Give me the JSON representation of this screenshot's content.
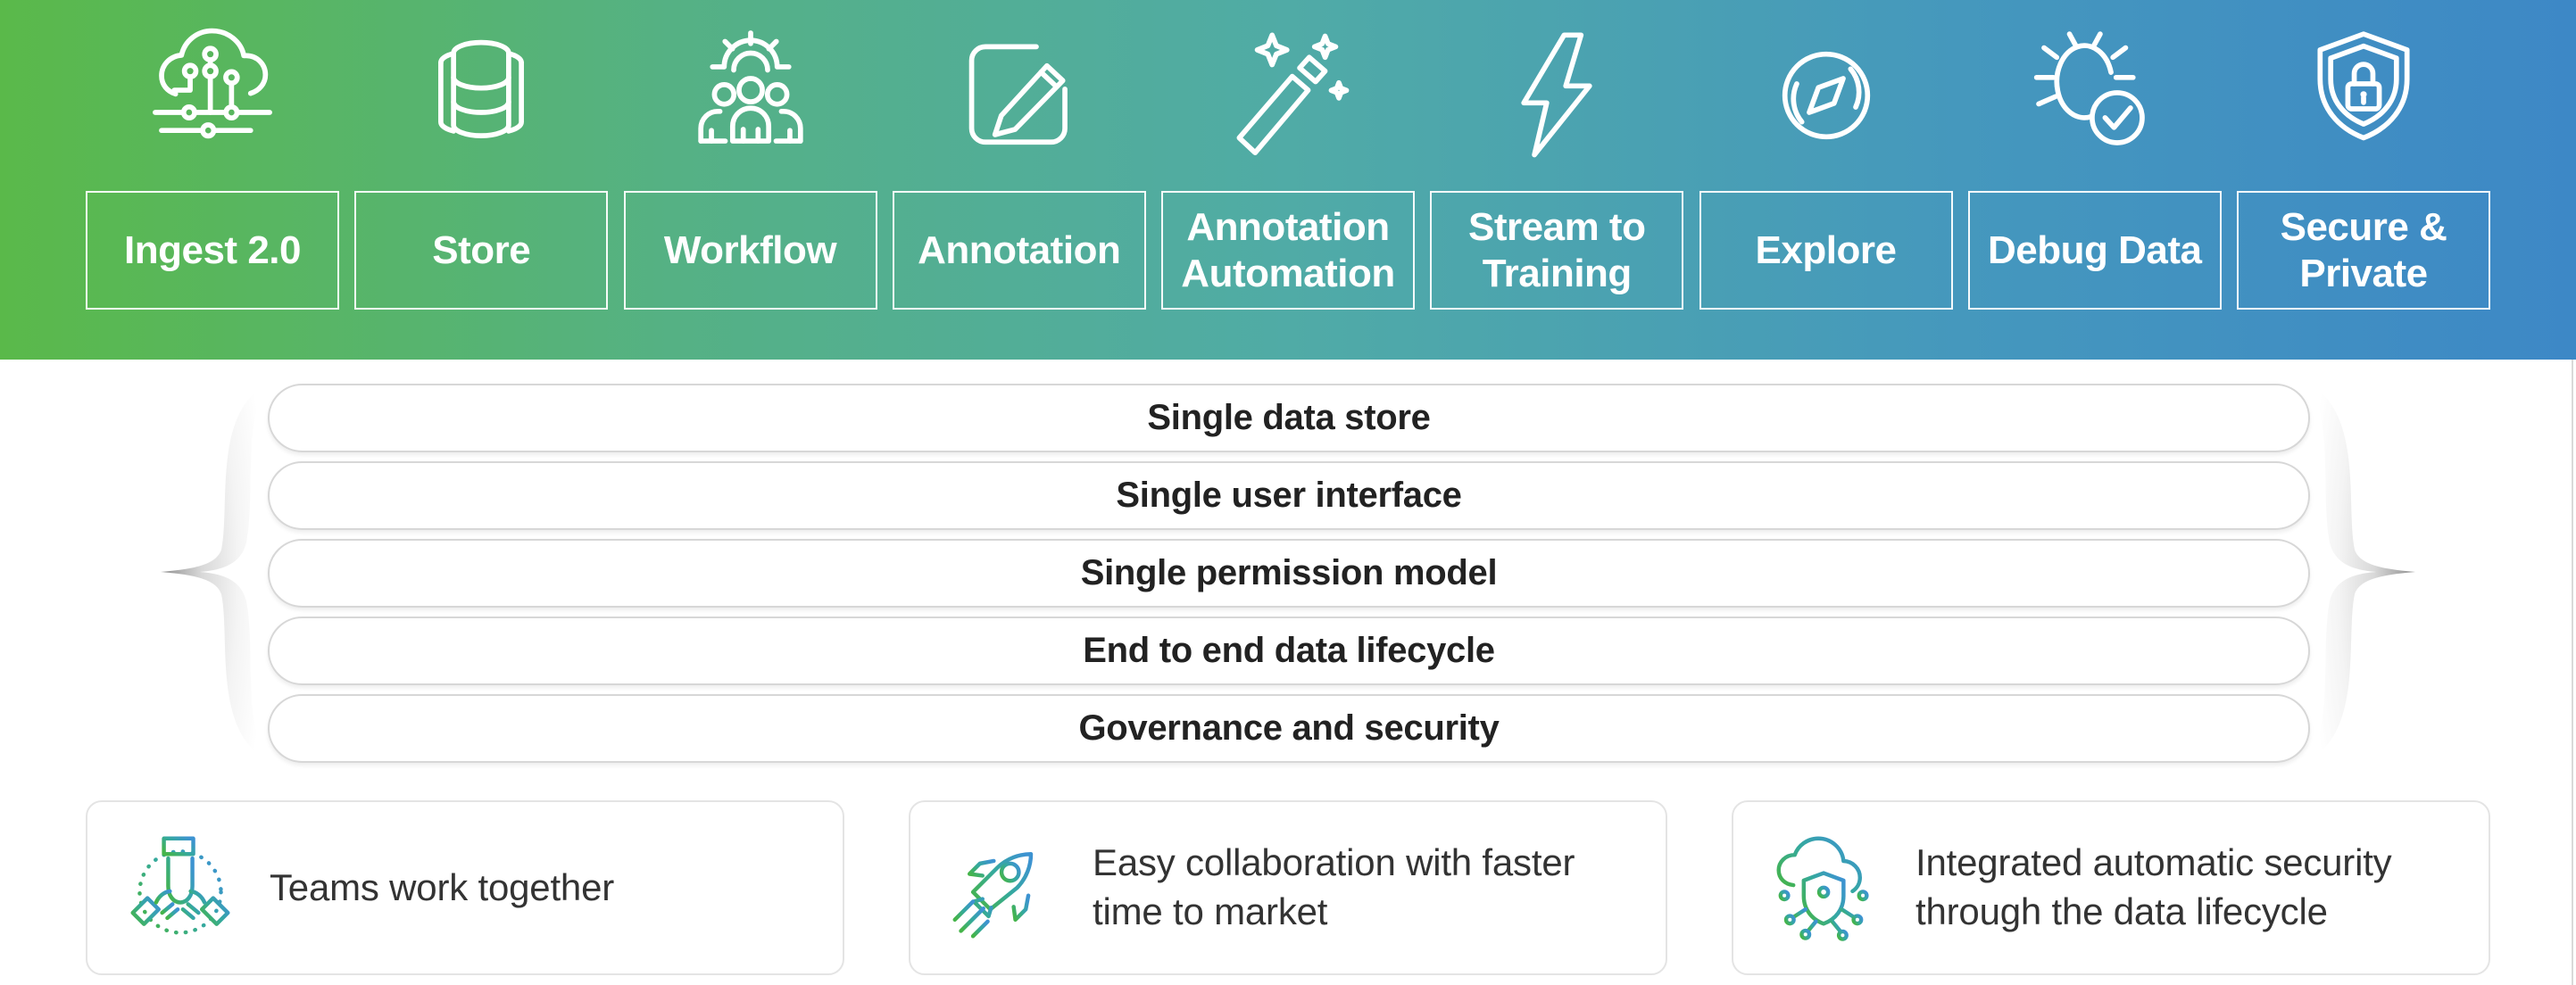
{
  "banner": {
    "gradient": {
      "from": "#5ab94a",
      "mid": "#50aba6",
      "to": "#3d88c6"
    },
    "features": [
      {
        "label": "Ingest 2.0",
        "icon": "cloud-circuit-icon"
      },
      {
        "label": "Store",
        "icon": "database-icon"
      },
      {
        "label": "Workflow",
        "icon": "gear-people-icon"
      },
      {
        "label": "Annotation",
        "icon": "edit-icon"
      },
      {
        "label": "Annotation Automation",
        "icon": "magic-wand-icon"
      },
      {
        "label": "Stream to Training",
        "icon": "lightning-icon"
      },
      {
        "label": "Explore",
        "icon": "compass-icon"
      },
      {
        "label": "Debug Data",
        "icon": "bug-check-icon"
      },
      {
        "label": "Secure & Private",
        "icon": "shield-lock-icon"
      }
    ]
  },
  "pills": [
    "Single data store",
    "Single user interface",
    "Single permission model",
    "End to end data lifecycle",
    "Governance and security"
  ],
  "cards": [
    {
      "icon": "teamwork-hands-icon",
      "text": "Teams work together"
    },
    {
      "icon": "rocket-icon",
      "text": "Easy collaboration with faster time to market"
    },
    {
      "icon": "cloud-security-icon",
      "text": "Integrated automatic security through the data lifecycle"
    }
  ]
}
